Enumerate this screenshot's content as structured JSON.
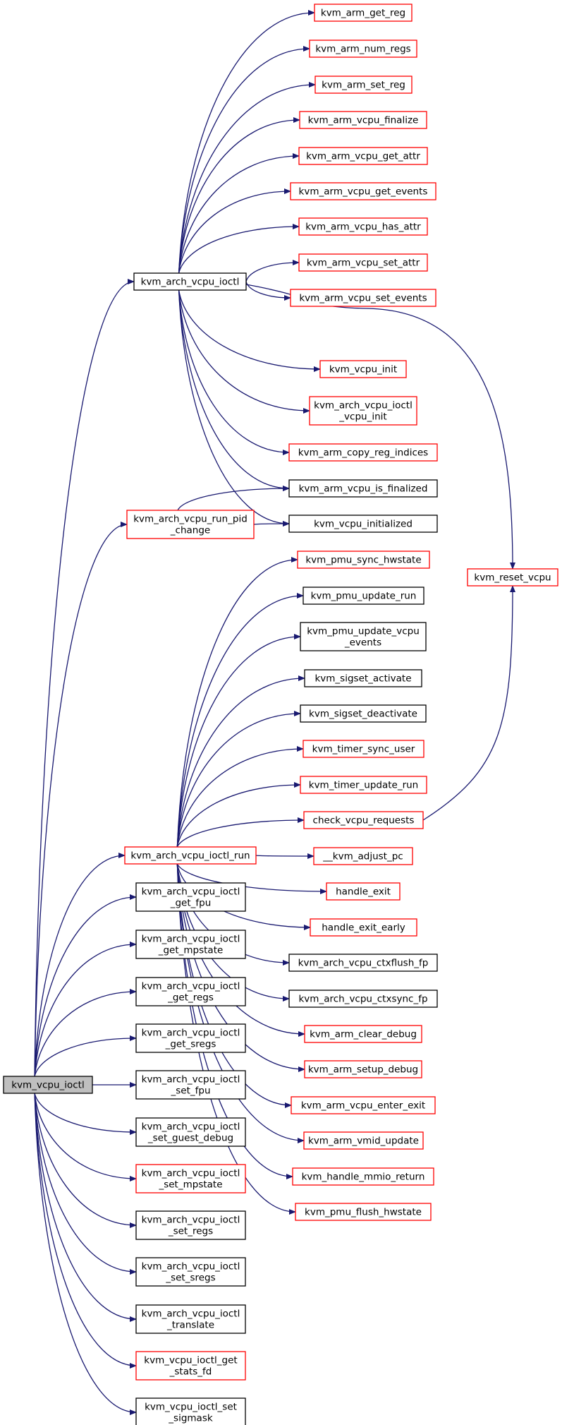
{
  "colors": {
    "edge": "#191970",
    "border_plain": "#000000",
    "border_link": "#ff0000",
    "fill_plain": "#ffffff",
    "fill_root": "#bfbfbf"
  },
  "nodes": [
    {
      "id": "root",
      "lines": [
        "kvm_vcpu_ioctl"
      ],
      "style": "root"
    },
    {
      "id": "arch_ioctl",
      "lines": [
        "kvm_arch_vcpu_ioctl"
      ],
      "style": "plain"
    },
    {
      "id": "run_pid",
      "lines": [
        "kvm_arch_vcpu_run_pid",
        "_change"
      ],
      "style": "red"
    },
    {
      "id": "ioctl_run",
      "lines": [
        "kvm_arch_vcpu_ioctl_run"
      ],
      "style": "red"
    },
    {
      "id": "get_fpu",
      "lines": [
        "kvm_arch_vcpu_ioctl",
        "_get_fpu"
      ],
      "style": "plain"
    },
    {
      "id": "get_mpstate",
      "lines": [
        "kvm_arch_vcpu_ioctl",
        "_get_mpstate"
      ],
      "style": "plain"
    },
    {
      "id": "get_regs",
      "lines": [
        "kvm_arch_vcpu_ioctl",
        "_get_regs"
      ],
      "style": "plain"
    },
    {
      "id": "get_sregs",
      "lines": [
        "kvm_arch_vcpu_ioctl",
        "_get_sregs"
      ],
      "style": "plain"
    },
    {
      "id": "set_fpu",
      "lines": [
        "kvm_arch_vcpu_ioctl",
        "_set_fpu"
      ],
      "style": "plain"
    },
    {
      "id": "set_guest_debug",
      "lines": [
        "kvm_arch_vcpu_ioctl",
        "_set_guest_debug"
      ],
      "style": "plain"
    },
    {
      "id": "set_mpstate",
      "lines": [
        "kvm_arch_vcpu_ioctl",
        "_set_mpstate"
      ],
      "style": "red"
    },
    {
      "id": "set_regs",
      "lines": [
        "kvm_arch_vcpu_ioctl",
        "_set_regs"
      ],
      "style": "plain"
    },
    {
      "id": "set_sregs",
      "lines": [
        "kvm_arch_vcpu_ioctl",
        "_set_sregs"
      ],
      "style": "plain"
    },
    {
      "id": "translate",
      "lines": [
        "kvm_arch_vcpu_ioctl",
        "_translate"
      ],
      "style": "plain"
    },
    {
      "id": "get_stats_fd",
      "lines": [
        "kvm_vcpu_ioctl_get",
        "_stats_fd"
      ],
      "style": "red"
    },
    {
      "id": "set_sigmask",
      "lines": [
        "kvm_vcpu_ioctl_set",
        "_sigmask"
      ],
      "style": "plain"
    },
    {
      "id": "arm_get_reg",
      "lines": [
        "kvm_arm_get_reg"
      ],
      "style": "red"
    },
    {
      "id": "arm_num_regs",
      "lines": [
        "kvm_arm_num_regs"
      ],
      "style": "red"
    },
    {
      "id": "arm_set_reg",
      "lines": [
        "kvm_arm_set_reg"
      ],
      "style": "red"
    },
    {
      "id": "arm_vcpu_finalize",
      "lines": [
        "kvm_arm_vcpu_finalize"
      ],
      "style": "red"
    },
    {
      "id": "arm_vcpu_get_attr",
      "lines": [
        "kvm_arm_vcpu_get_attr"
      ],
      "style": "red"
    },
    {
      "id": "arm_vcpu_get_events",
      "lines": [
        "kvm_arm_vcpu_get_events"
      ],
      "style": "red"
    },
    {
      "id": "arm_vcpu_has_attr",
      "lines": [
        "kvm_arm_vcpu_has_attr"
      ],
      "style": "red"
    },
    {
      "id": "arm_vcpu_set_attr",
      "lines": [
        "kvm_arm_vcpu_set_attr"
      ],
      "style": "red"
    },
    {
      "id": "arm_vcpu_set_events",
      "lines": [
        "kvm_arm_vcpu_set_events"
      ],
      "style": "red"
    },
    {
      "id": "vcpu_init",
      "lines": [
        "kvm_vcpu_init"
      ],
      "style": "red"
    },
    {
      "id": "arch_ioctl_vcpu_init",
      "lines": [
        "kvm_arch_vcpu_ioctl",
        "_vcpu_init"
      ],
      "style": "red"
    },
    {
      "id": "arm_copy_reg_indices",
      "lines": [
        "kvm_arm_copy_reg_indices"
      ],
      "style": "red"
    },
    {
      "id": "arm_vcpu_is_finalized",
      "lines": [
        "kvm_arm_vcpu_is_finalized"
      ],
      "style": "plain"
    },
    {
      "id": "vcpu_initialized",
      "lines": [
        "kvm_vcpu_initialized"
      ],
      "style": "plain"
    },
    {
      "id": "reset_vcpu",
      "lines": [
        "kvm_reset_vcpu"
      ],
      "style": "red"
    },
    {
      "id": "pmu_sync_hwstate",
      "lines": [
        "kvm_pmu_sync_hwstate"
      ],
      "style": "red"
    },
    {
      "id": "pmu_update_run",
      "lines": [
        "kvm_pmu_update_run"
      ],
      "style": "plain"
    },
    {
      "id": "pmu_update_vcpu_events",
      "lines": [
        "kvm_pmu_update_vcpu",
        "_events"
      ],
      "style": "plain"
    },
    {
      "id": "sigset_activate",
      "lines": [
        "kvm_sigset_activate"
      ],
      "style": "plain"
    },
    {
      "id": "sigset_deactivate",
      "lines": [
        "kvm_sigset_deactivate"
      ],
      "style": "plain"
    },
    {
      "id": "timer_sync_user",
      "lines": [
        "kvm_timer_sync_user"
      ],
      "style": "red"
    },
    {
      "id": "timer_update_run",
      "lines": [
        "kvm_timer_update_run"
      ],
      "style": "red"
    },
    {
      "id": "check_vcpu_requests",
      "lines": [
        "check_vcpu_requests"
      ],
      "style": "red"
    },
    {
      "id": "adjust_pc",
      "lines": [
        "__kvm_adjust_pc"
      ],
      "style": "red"
    },
    {
      "id": "handle_exit",
      "lines": [
        "handle_exit"
      ],
      "style": "red"
    },
    {
      "id": "handle_exit_early",
      "lines": [
        "handle_exit_early"
      ],
      "style": "red"
    },
    {
      "id": "ctxflush_fp",
      "lines": [
        "kvm_arch_vcpu_ctxflush_fp"
      ],
      "style": "plain"
    },
    {
      "id": "ctxsync_fp",
      "lines": [
        "kvm_arch_vcpu_ctxsync_fp"
      ],
      "style": "plain"
    },
    {
      "id": "arm_clear_debug",
      "lines": [
        "kvm_arm_clear_debug"
      ],
      "style": "red"
    },
    {
      "id": "arm_setup_debug",
      "lines": [
        "kvm_arm_setup_debug"
      ],
      "style": "red"
    },
    {
      "id": "arm_vcpu_enter_exit",
      "lines": [
        "kvm_arm_vcpu_enter_exit"
      ],
      "style": "red"
    },
    {
      "id": "arm_vmid_update",
      "lines": [
        "kvm_arm_vmid_update"
      ],
      "style": "red"
    },
    {
      "id": "handle_mmio_return",
      "lines": [
        "kvm_handle_mmio_return"
      ],
      "style": "red"
    },
    {
      "id": "pmu_flush_hwstate",
      "lines": [
        "kvm_pmu_flush_hwstate"
      ],
      "style": "red"
    }
  ],
  "edges": [
    [
      "root",
      "arch_ioctl"
    ],
    [
      "root",
      "run_pid"
    ],
    [
      "root",
      "ioctl_run"
    ],
    [
      "root",
      "get_fpu"
    ],
    [
      "root",
      "get_mpstate"
    ],
    [
      "root",
      "get_regs"
    ],
    [
      "root",
      "get_sregs"
    ],
    [
      "root",
      "set_fpu"
    ],
    [
      "root",
      "set_guest_debug"
    ],
    [
      "root",
      "set_mpstate"
    ],
    [
      "root",
      "set_regs"
    ],
    [
      "root",
      "set_sregs"
    ],
    [
      "root",
      "translate"
    ],
    [
      "root",
      "get_stats_fd"
    ],
    [
      "root",
      "set_sigmask"
    ],
    [
      "arch_ioctl",
      "arm_get_reg"
    ],
    [
      "arch_ioctl",
      "arm_num_regs"
    ],
    [
      "arch_ioctl",
      "arm_set_reg"
    ],
    [
      "arch_ioctl",
      "arm_vcpu_finalize"
    ],
    [
      "arch_ioctl",
      "arm_vcpu_get_attr"
    ],
    [
      "arch_ioctl",
      "arm_vcpu_get_events"
    ],
    [
      "arch_ioctl",
      "arm_vcpu_has_attr"
    ],
    [
      "arch_ioctl",
      "arm_vcpu_set_attr"
    ],
    [
      "arch_ioctl",
      "arm_vcpu_set_events"
    ],
    [
      "arch_ioctl",
      "reset_vcpu"
    ],
    [
      "arch_ioctl",
      "vcpu_init"
    ],
    [
      "arch_ioctl",
      "arch_ioctl_vcpu_init"
    ],
    [
      "arch_ioctl",
      "arm_copy_reg_indices"
    ],
    [
      "arch_ioctl",
      "arm_vcpu_is_finalized"
    ],
    [
      "arch_ioctl",
      "vcpu_initialized"
    ],
    [
      "run_pid",
      "arm_vcpu_is_finalized"
    ],
    [
      "run_pid",
      "vcpu_initialized"
    ],
    [
      "ioctl_run",
      "pmu_sync_hwstate"
    ],
    [
      "ioctl_run",
      "pmu_update_run"
    ],
    [
      "ioctl_run",
      "pmu_update_vcpu_events"
    ],
    [
      "ioctl_run",
      "sigset_activate"
    ],
    [
      "ioctl_run",
      "sigset_deactivate"
    ],
    [
      "ioctl_run",
      "timer_sync_user"
    ],
    [
      "ioctl_run",
      "timer_update_run"
    ],
    [
      "ioctl_run",
      "check_vcpu_requests"
    ],
    [
      "ioctl_run",
      "adjust_pc"
    ],
    [
      "ioctl_run",
      "handle_exit"
    ],
    [
      "ioctl_run",
      "handle_exit_early"
    ],
    [
      "ioctl_run",
      "ctxflush_fp"
    ],
    [
      "ioctl_run",
      "ctxsync_fp"
    ],
    [
      "ioctl_run",
      "arm_clear_debug"
    ],
    [
      "ioctl_run",
      "arm_setup_debug"
    ],
    [
      "ioctl_run",
      "arm_vcpu_enter_exit"
    ],
    [
      "ioctl_run",
      "arm_vmid_update"
    ],
    [
      "ioctl_run",
      "handle_mmio_return"
    ],
    [
      "ioctl_run",
      "pmu_flush_hwstate"
    ],
    [
      "check_vcpu_requests",
      "reset_vcpu"
    ]
  ]
}
